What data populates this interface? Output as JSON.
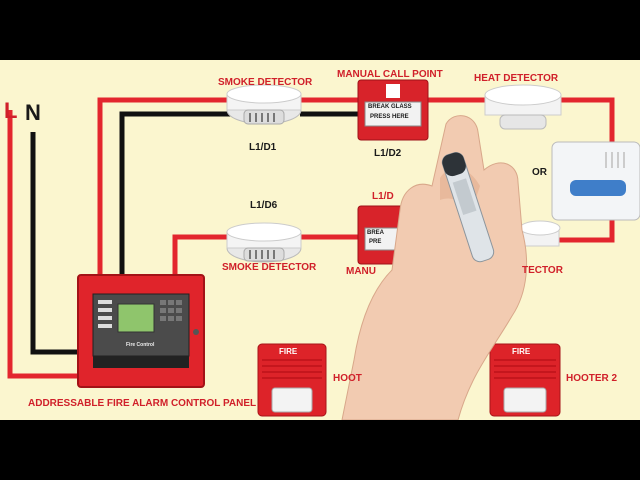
{
  "supply": {
    "live": "L",
    "neutral": "N"
  },
  "devices": {
    "smoke_detector_1": {
      "label": "SMOKE DETECTOR",
      "address": "L1/D1"
    },
    "manual_call_point_1": {
      "label": "MANUAL CALL POINT",
      "address": "L1/D2",
      "face_text": "BREAK GLASS",
      "face_text_2": "PRESS HERE"
    },
    "heat_detector": {
      "label": "HEAT DETECTOR"
    },
    "partial_detector_label": "OR",
    "smoke_detector_2": {
      "label": "SMOKE DETECTOR",
      "address": "L1/D6"
    },
    "manual_call_point_2": {
      "label_partial": "MANU",
      "address_partial": "L1/D",
      "face_text": "BREA",
      "face_text_2": "PRE"
    },
    "partial_heat_label": "TECTOR",
    "panel": {
      "label": "ADDRESSABLE FIRE ALARM CONTROL PANEL",
      "brand_text": "Fire Control"
    },
    "hooter_1": {
      "label": "HOOT",
      "sign": "FIRE"
    },
    "hooter_2": {
      "label": "HOOTER 2",
      "sign": "FIRE"
    }
  },
  "colors": {
    "live_wire": "#e3262e",
    "neutral_wire": "#111111",
    "background": "#fbf6cf",
    "label_red": "#d0202a"
  }
}
